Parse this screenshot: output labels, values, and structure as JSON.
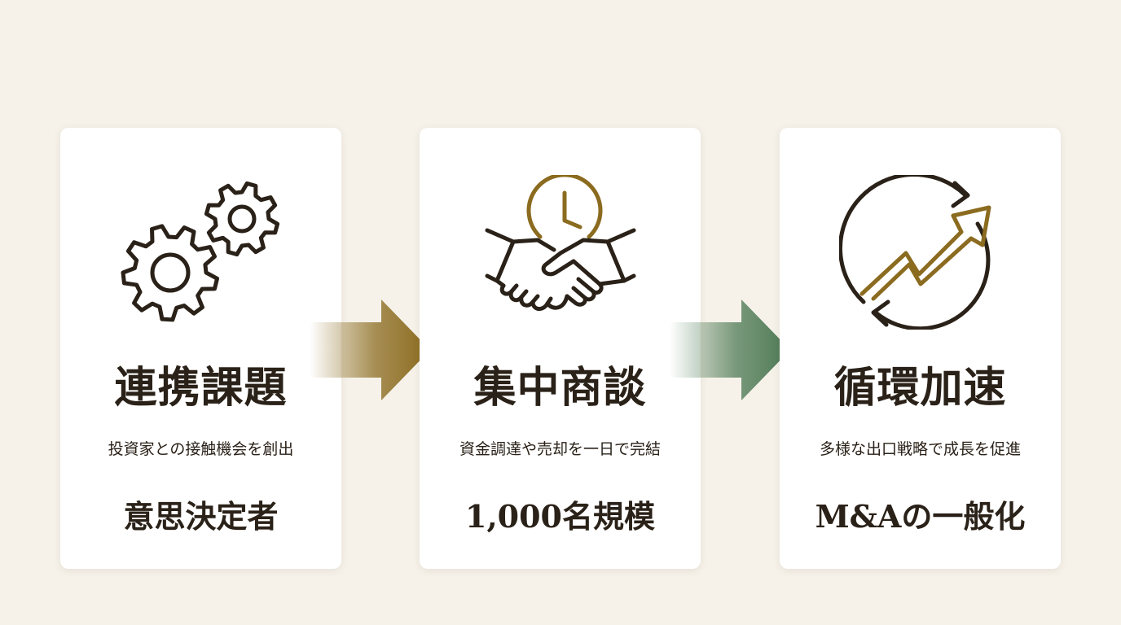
{
  "colors": {
    "background": "#f6f2ea",
    "card": "#ffffff",
    "ink": "#2a2118",
    "gold": "#8b6b1f",
    "green": "#4e7a55"
  },
  "steps": [
    {
      "icon": "gears-icon",
      "title": "連携課題",
      "subtitle": "投資家との接触機会を創出",
      "footer": "意思決定者"
    },
    {
      "icon": "handshake-clock-icon",
      "title": "集中商談",
      "subtitle": "資金調達や売却を一日で完結",
      "footer": "1,000名規模"
    },
    {
      "icon": "growth-cycle-icon",
      "title": "循環加速",
      "subtitle": "多様な出口戦略で成長を促進",
      "footer": "M&Aの一般化"
    }
  ],
  "connectors": [
    {
      "icon": "arrow-right-icon",
      "color": "#8b6b1f"
    },
    {
      "icon": "arrow-right-icon",
      "color": "#4e7a55"
    }
  ]
}
